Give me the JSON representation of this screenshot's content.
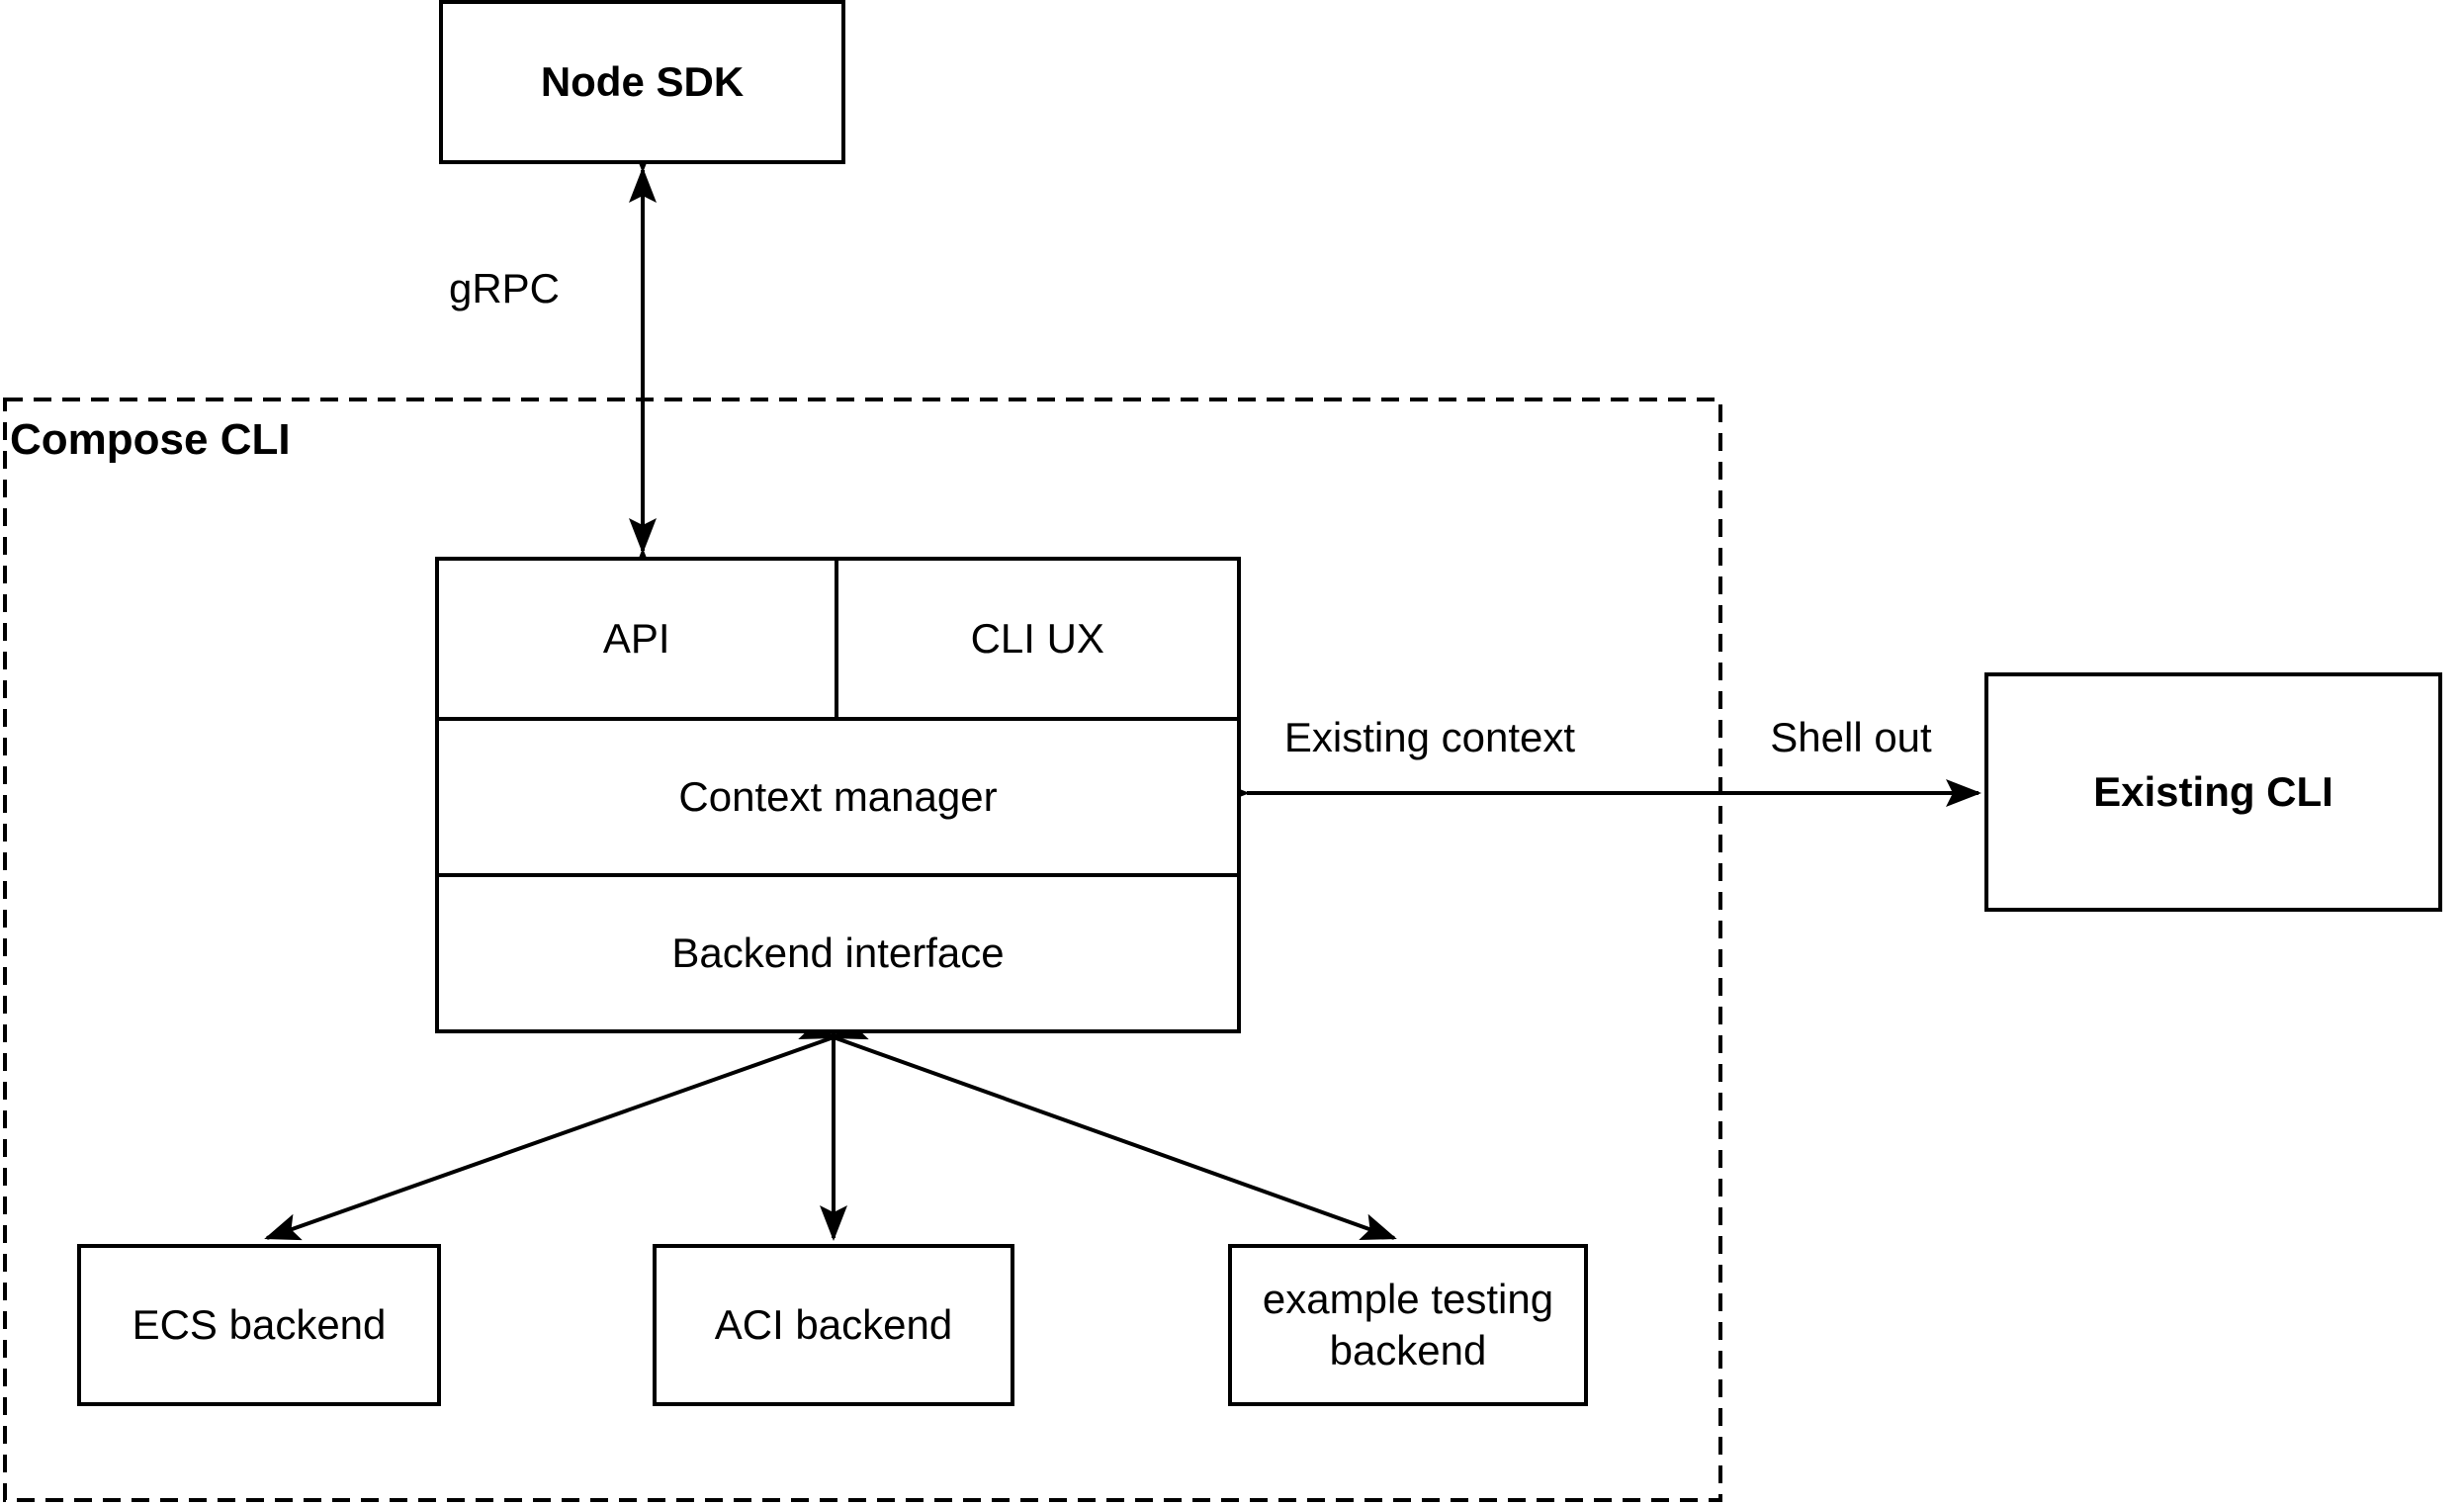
{
  "colors": {
    "stroke": "#000000",
    "background": "#ffffff",
    "text": "#000000"
  },
  "nodes": {
    "node_sdk": {
      "label": "Node SDK"
    },
    "compose_cli_container": {
      "label": "Compose CLI"
    },
    "api": {
      "label": "API"
    },
    "cli_ux": {
      "label": "CLI UX"
    },
    "context_manager": {
      "label": "Context manager"
    },
    "backend_interface": {
      "label": "Backend interface"
    },
    "existing_cli": {
      "label": "Existing CLI"
    },
    "ecs_backend": {
      "label": "ECS backend"
    },
    "aci_backend": {
      "label": "ACI backend"
    },
    "example_testing_backend": {
      "label": "example testing backend"
    }
  },
  "edges": {
    "grpc": {
      "label": "gRPC"
    },
    "existing_context": {
      "label": "Existing context"
    },
    "shell_out": {
      "label": "Shell out"
    }
  }
}
